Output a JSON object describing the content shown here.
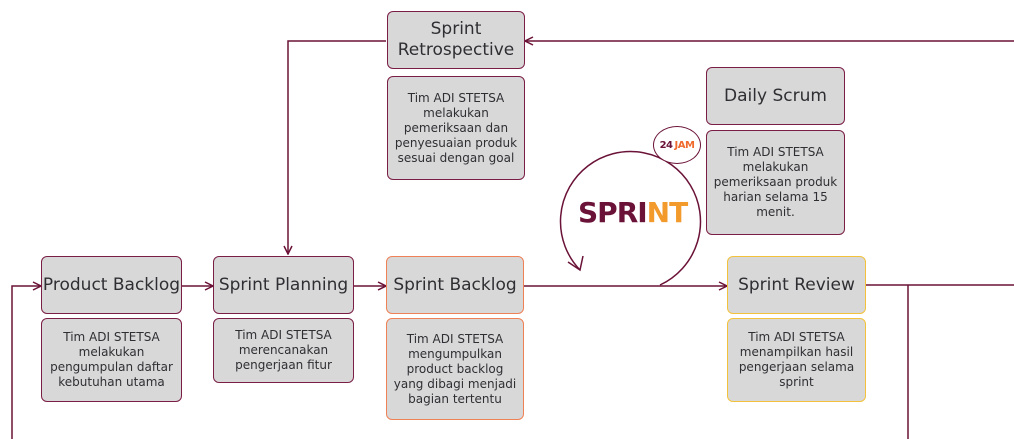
{
  "nodes": {
    "retro": {
      "title": "Sprint\nRetrospective",
      "desc": "Tim ADI STETSA melakukan pemeriksaan dan penyesuaian produk sesuai dengan goal"
    },
    "daily": {
      "title": "Daily Scrum",
      "desc": "Tim ADI STETSA melakukan pemeriksaan produk harian selama 15 menit."
    },
    "product_backlog": {
      "title": "Product Backlog",
      "desc": "Tim ADI STETSA melakukan pengumpulan daftar kebutuhan utama"
    },
    "planning": {
      "title": "Sprint Planning",
      "desc": "Tim ADI STETSA merencanakan pengerjaan fitur"
    },
    "sprint_backlog": {
      "title": "Sprint Backlog",
      "desc": "Tim ADI STETSA mengumpulkan product backlog yang dibagi menjadi bagian tertentu"
    },
    "review": {
      "title": "Sprint Review",
      "desc": "Tim ADI STETSA menampilkan hasil pengerjaan selama sprint"
    }
  },
  "sprint": {
    "label_main": "SPRI",
    "label_accent": "NT",
    "timer_value": "24",
    "timer_unit": "JAM"
  },
  "colors": {
    "line": "#6a1237",
    "box_fill": "#d9d8d9",
    "border_default": "#7b1e45",
    "border_orange": "#ef8157",
    "border_yellow": "#f3c23c",
    "sprint_accent": "#f39a2c"
  }
}
